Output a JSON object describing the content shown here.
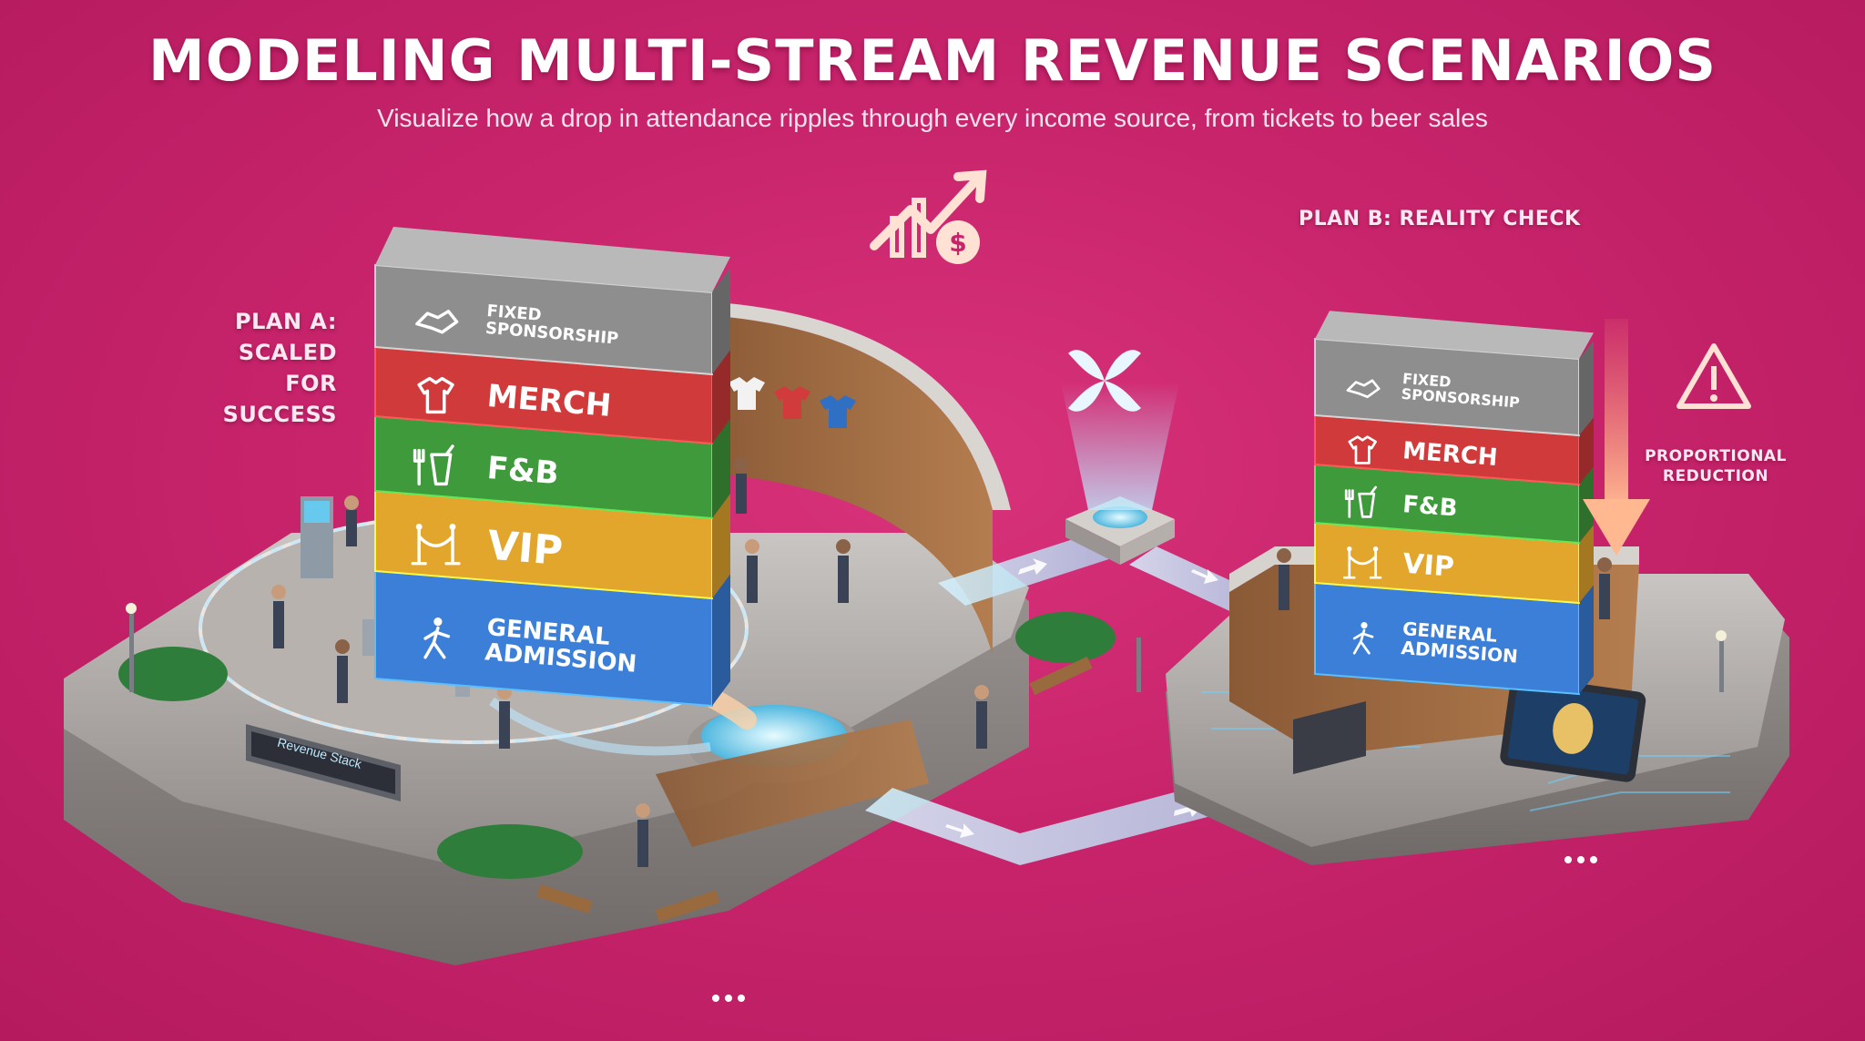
{
  "header": {
    "title": "MODELING MULTI-STREAM REVENUE SCENARIOS",
    "subtitle": "Visualize how a drop in attendance ripples through every income source, from tickets to beer sales"
  },
  "plan_a": {
    "label": "PLAN A: SCALED FOR SUCCESS",
    "tiers": [
      {
        "name": "FIXED SPONSORSHIP",
        "line1": "FIXED",
        "line2": "SPONSORSHIP",
        "icon": "handshake-icon",
        "color": "#8e8e8e"
      },
      {
        "name": "MERCH",
        "icon": "tshirt-icon",
        "color": "#d13a3a"
      },
      {
        "name": "F&B",
        "icon": "food-drink-icon",
        "color": "#3f9a3c"
      },
      {
        "name": "VIP",
        "icon": "velvet-rope-icon",
        "color": "#e2a62c"
      },
      {
        "name": "GENERAL ADMISSION",
        "line1": "GENERAL",
        "line2": "ADMISSION",
        "icon": "walking-person-icon",
        "color": "#3b7fd9"
      }
    ],
    "sign": "Revenue Stack"
  },
  "plan_b": {
    "label": "PLAN B: REALITY CHECK",
    "tiers": [
      {
        "name": "FIXED SPONSORSHIP",
        "line1": "FIXED",
        "line2": "SPONSORSHIP",
        "icon": "handshake-icon"
      },
      {
        "name": "MERCH",
        "icon": "tshirt-icon"
      },
      {
        "name": "F&B",
        "icon": "food-drink-icon"
      },
      {
        "name": "VIP",
        "icon": "velvet-rope-icon"
      },
      {
        "name": "GENERAL ADMISSION",
        "line1": "GENERAL",
        "line2": "ADMISSION",
        "icon": "walking-person-icon"
      }
    ]
  },
  "callout": {
    "label": "PROPORTIONAL REDUCTION",
    "icon": "warning-icon"
  },
  "icons": {
    "growth": "revenue-growth-icon",
    "hologram": "four-petal-icon"
  },
  "colors": {
    "background": "#c8246c",
    "accent_glow": "#8fd8ff",
    "arrow": "#ffb38a"
  }
}
